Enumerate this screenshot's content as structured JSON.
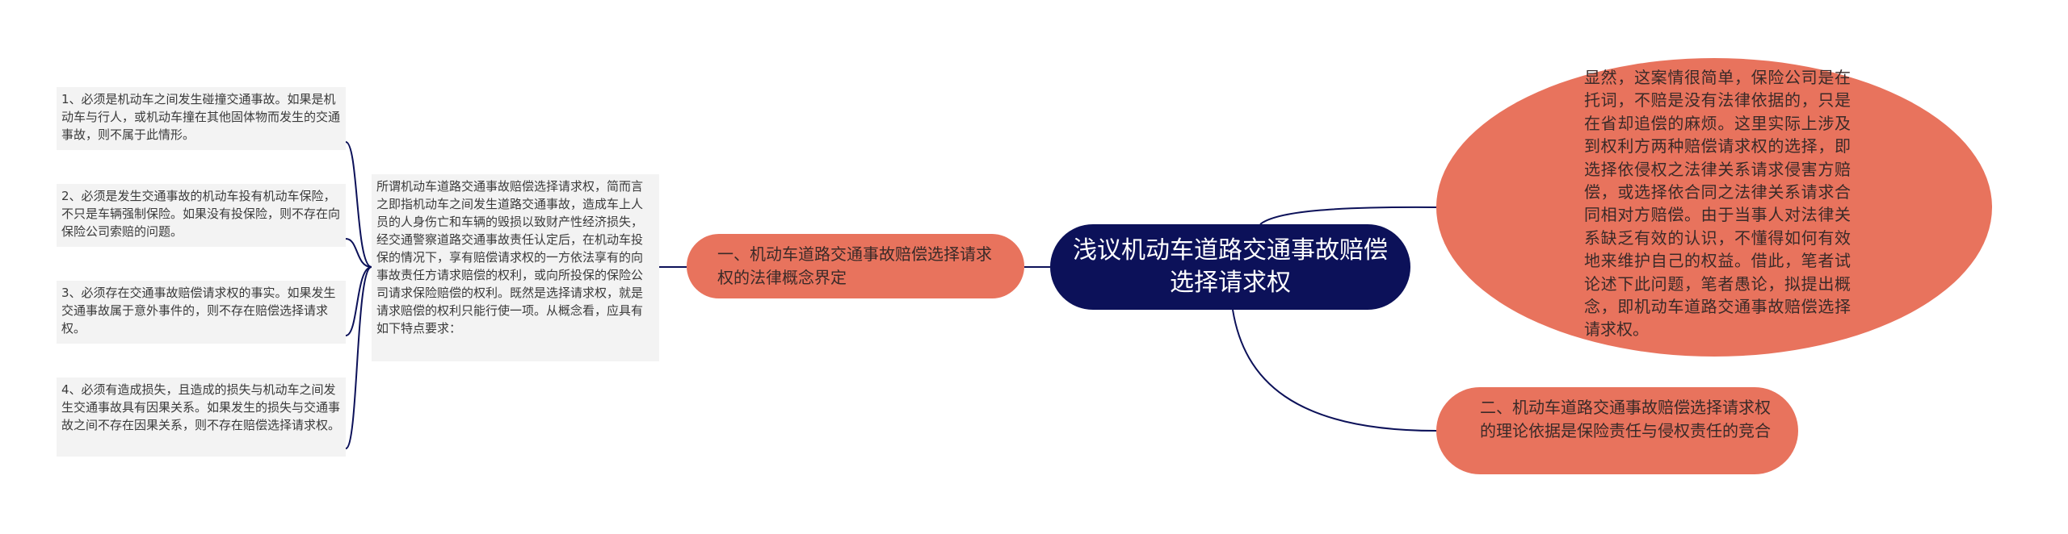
{
  "root": {
    "title": "浅议机动车道路交通事故赔偿选择请求权"
  },
  "branches": {
    "left": {
      "label": "一、机动车道路交通事故赔偿选择请求权的法律概念界定"
    },
    "right_top": {
      "text": "显然，这案情很简单，保险公司是在托词，不赔是没有法律依据的，只是在省却追偿的麻烦。这里实际上涉及到权利方两种赔偿请求权的选择，即选择依侵权之法律关系请求侵害方赔偿，或选择依合同之法律关系请求合同相对方赔偿。由于当事人对法律关系缺乏有效的认识，不懂得如何有效地来维护自己的权益。借此，笔者试论述下此问题，笔者愚论，拟提出概念，即机动车道路交通事故赔偿选择请求权。"
    },
    "right_bottom": {
      "label": "二、机动车道路交通事故赔偿选择请求权的理论依据是保险责任与侵权责任的竞合"
    }
  },
  "definition": {
    "text": "所谓机动车道路交通事故赔偿选择请求权，简而言之即指机动车之间发生道路交通事故，造成车上人员的人身伤亡和车辆的毁损以致财产性经济损失，经交通警察道路交通事故责任认定后，在机动车投保的情况下，享有赔偿请求权的一方依法享有的向事故责任方请求赔偿的权利，或向所投保的保险公司请求保险赔偿的权利。既然是选择请求权，就是请求赔偿的权利只能行使一项。从概念看，应具有如下特点要求："
  },
  "requirements": [
    {
      "text": "1、必须是机动车之间发生碰撞交通事故。如果是机动车与行人，或机动车撞在其他固体物而发生的交通事故，则不属于此情形。"
    },
    {
      "text": "2、必须是发生交通事故的机动车投有机动车保险，不只是车辆强制保险。如果没有投保险，则不存在向保险公司索赔的问题。"
    },
    {
      "text": "3、必须存在交通事故赔偿请求权的事实。如果发生交通事故属于意外事件的，则不存在赔偿选择请求权。"
    },
    {
      "text": "4、必须有造成损失，且造成的损失与机动车之间发生交通事故具有因果关系。如果发生的损失与交通事故之间不存在因果关系，则不存在赔偿选择请求权。"
    }
  ],
  "colors": {
    "root_fill": "#0c1159",
    "branch_fill": "#e8735d",
    "leaf_fill": "#f3f3f3",
    "connector": "#0c1159"
  }
}
